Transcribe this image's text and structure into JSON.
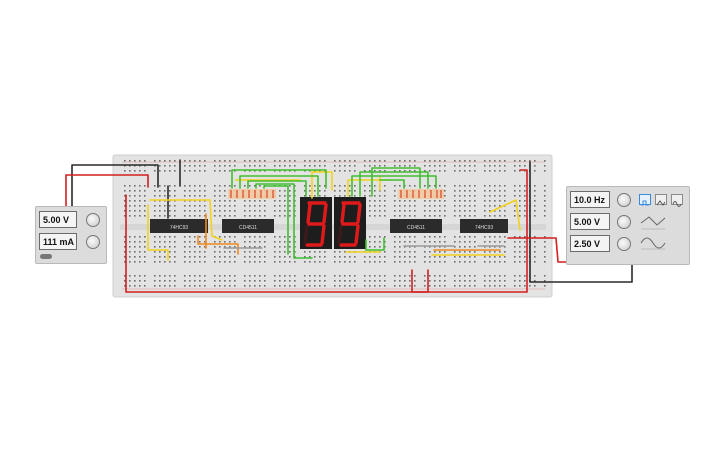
{
  "power_supply": {
    "voltage": "5.00 V",
    "current": "111 mA"
  },
  "function_generator": {
    "frequency": "10.0 Hz",
    "amplitude": "5.00 V",
    "offset": "2.50 V",
    "selected_waveform": "square",
    "waveforms": [
      "square",
      "triangle",
      "sine"
    ]
  },
  "chips": {
    "left_counter": "74HC93",
    "left_decoder": "CD4511",
    "right_decoder": "CD4511",
    "right_counter": "74HC93"
  },
  "display": {
    "left_digit": "9",
    "right_digit": "9",
    "segment_color": "#e01a1a"
  },
  "colors": {
    "breadboard": "#e5e5e5",
    "wire_red": "#d31f1f",
    "wire_black": "#2a2a2a",
    "wire_yellow": "#f2d21b",
    "wire_green": "#3fbf2f",
    "wire_orange": "#f08a1c",
    "wire_gray": "#9a9a9a"
  }
}
